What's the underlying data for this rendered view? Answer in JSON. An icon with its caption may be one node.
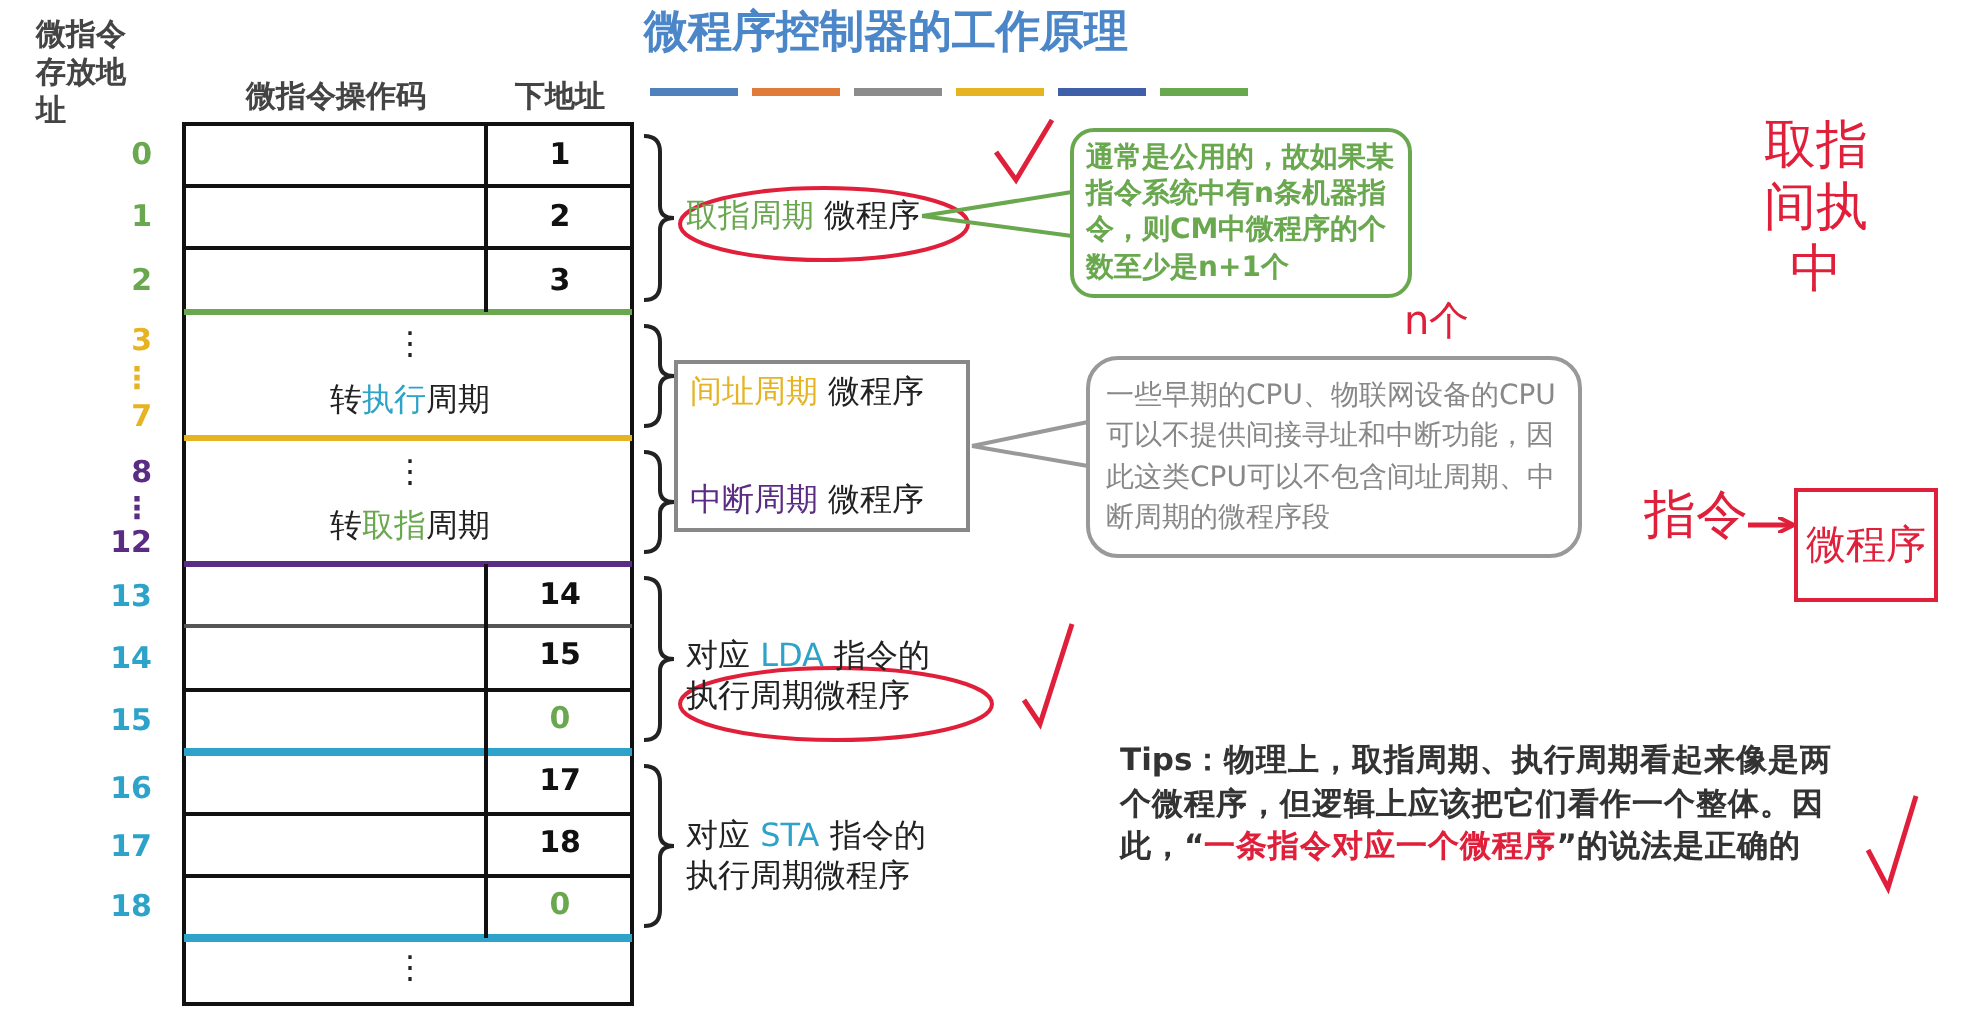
{
  "diagram": {
    "title": "微程序控制器的工作原理",
    "nodes": [
      {
        "text": [
          "取指周期 微程序"
        ]
      },
      {
        "text": [
          "间址周期 微程序",
          "中断周期 微程序"
        ]
      },
      {
        "text": [
          "对应 LDA 指令的执行周期微程序"
        ]
      },
      {
        "text": [
          "对应 STA 指令的执行周期微程序"
        ]
      },
      {
        "text": [
          "通常是公用的，故如果某指令系统中有n条机器指令，则CM中微程序的个数至少是n+1个"
        ]
      },
      {
        "text": [
          "一些早期的CPU、物联网设备的CPU可以不提供间接寻址和中断功能，因此这类CPU可以不包含间址周期、中断周期的微程序段"
        ]
      },
      {
        "text": [
          "指令"
        ]
      },
      {
        "text": [
          "微程序"
        ]
      }
    ],
    "edges": [
      {
        "from": 4,
        "to": 0,
        "arrow": "none",
        "color": "#6aa84f"
      },
      {
        "from": 5,
        "to": 1,
        "arrow": "none",
        "color": "#999999"
      },
      {
        "from": 6,
        "to": 7,
        "arrow": "to",
        "color": "#e0203a"
      }
    ],
    "labels": [
      "微指令存放地址",
      "微指令操作码",
      "下地址",
      "0",
      "1",
      "1",
      "2",
      "2",
      "3",
      "3",
      "⋮",
      "7",
      "⋮",
      "转执行周期",
      "8",
      "⋮",
      "12",
      "⋮",
      "转取指周期",
      "13",
      "14",
      "14",
      "15",
      "15",
      "0",
      "16",
      "17",
      "17",
      "18",
      "18",
      "0",
      "⋮",
      "Tips：物理上，取指周期、执行周期看起来像是两个微程序，但逻辑上应该把它们看作一个整体。因此，“一条指令对应一个微程序”的说法是正确的",
      "n个",
      "取指间执中"
    ]
  }
}
